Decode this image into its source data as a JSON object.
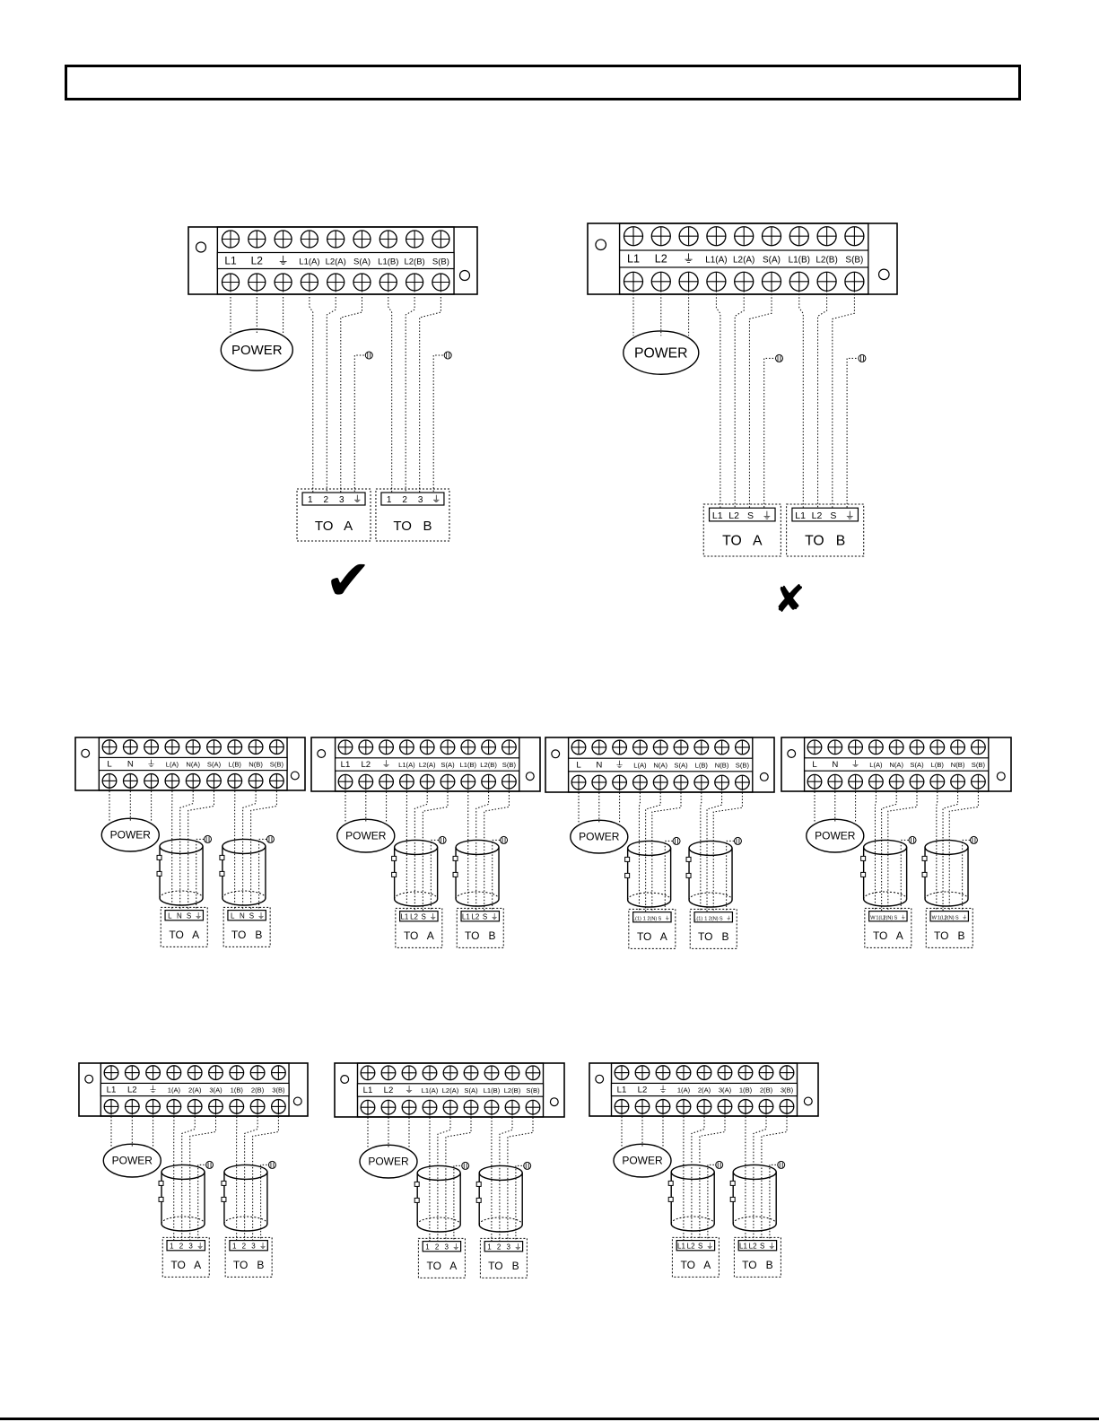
{
  "header": {
    "title": ""
  },
  "labels": {
    "power": "POWER",
    "to_a": "TO   A",
    "to_b": "TO   B"
  },
  "verdicts": {
    "correct": "✔",
    "wrong": "✘"
  },
  "diagrams": [
    {
      "id": "top-correct",
      "terms": [
        "L1",
        "L2",
        "⏚",
        "L1(A)",
        "L2(A)",
        "S(A)",
        "L1(B)",
        "L2(B)",
        "S(B)"
      ],
      "boxA": [
        "1",
        "2",
        "3",
        "⏚"
      ],
      "boxB": [
        "1",
        "2",
        "3",
        "⏚"
      ]
    },
    {
      "id": "top-wrong",
      "terms": [
        "L1",
        "L2",
        "⏚",
        "L1(A)",
        "L2(A)",
        "S(A)",
        "L1(B)",
        "L2(B)",
        "S(B)"
      ],
      "boxA": [
        "L1",
        "L2",
        "S",
        "⏚"
      ],
      "boxB": [
        "L1",
        "L2",
        "S",
        "⏚"
      ]
    },
    {
      "id": "row2-d1",
      "terms": [
        "L",
        "N",
        "⏚",
        "L(A)",
        "N(A)",
        "S(A)",
        "L(B)",
        "N(B)",
        "S(B)"
      ],
      "boxA": [
        "L",
        "N",
        "S",
        "⏚"
      ],
      "boxB": [
        "L",
        "N",
        "S",
        "⏚"
      ]
    },
    {
      "id": "row2-d2",
      "terms": [
        "L1",
        "L2",
        "⏚",
        "L1(A)",
        "L2(A)",
        "S(A)",
        "L1(B)",
        "L2(B)",
        "S(B)"
      ],
      "boxA": [
        "L1",
        "L2",
        "S",
        "⏚"
      ],
      "boxB": [
        "L1",
        "L2",
        "S",
        "⏚"
      ]
    },
    {
      "id": "row2-d3",
      "terms": [
        "L",
        "N",
        "⏚",
        "L(A)",
        "N(A)",
        "S(A)",
        "L(B)",
        "N(B)",
        "S(B)"
      ],
      "boxA": [
        "L(1)",
        "1",
        "2(N)",
        "S",
        "⏚"
      ],
      "boxB": [
        "L(1)",
        "1",
        "2(N)",
        "S",
        "⏚"
      ]
    },
    {
      "id": "row2-d4",
      "terms": [
        "L",
        "N",
        "⏚",
        "L(A)",
        "N(A)",
        "S(A)",
        "L(B)",
        "N(B)",
        "S(B)"
      ],
      "boxA": [
        "W",
        "1(L)",
        "2(N)",
        "S",
        "⏚"
      ],
      "boxB": [
        "W",
        "1(L)",
        "2(N)",
        "S",
        "⏚"
      ]
    },
    {
      "id": "row3-d1",
      "terms": [
        "L1",
        "L2",
        "⏚",
        "1(A)",
        "2(A)",
        "3(A)",
        "1(B)",
        "2(B)",
        "3(B)"
      ],
      "boxA": [
        "1",
        "2",
        "3",
        "⏚"
      ],
      "boxB": [
        "1",
        "2",
        "3",
        "⏚"
      ]
    },
    {
      "id": "row3-d2",
      "terms": [
        "L1",
        "L2",
        "⏚",
        "L1(A)",
        "L2(A)",
        "S(A)",
        "L1(B)",
        "L2(B)",
        "S(B)"
      ],
      "boxA": [
        "1",
        "2",
        "3",
        "⏚"
      ],
      "boxB": [
        "1",
        "2",
        "3",
        "⏚"
      ]
    },
    {
      "id": "row3-d3",
      "terms": [
        "L1",
        "L2",
        "⏚",
        "1(A)",
        "2(A)",
        "3(A)",
        "1(B)",
        "2(B)",
        "3(B)"
      ],
      "boxA": [
        "L1",
        "L2",
        "S",
        "⏚"
      ],
      "boxB": [
        "L1",
        "L2",
        "S",
        "⏚"
      ]
    }
  ]
}
